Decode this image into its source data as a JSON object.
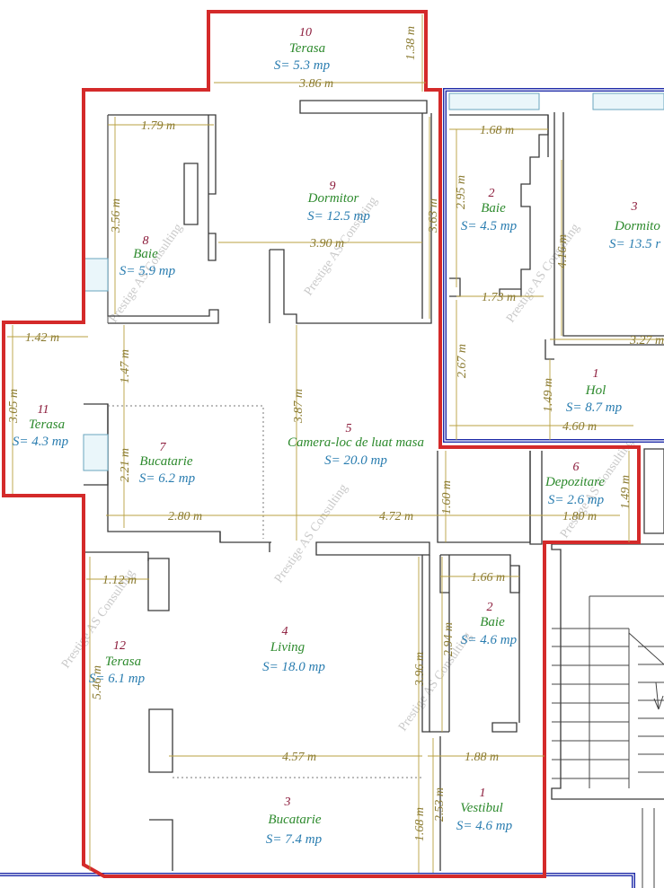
{
  "rooms": {
    "r10": {
      "num": "10",
      "name": "Terasa",
      "area": "S= 5.3 mp"
    },
    "r9": {
      "num": "9",
      "name": "Dormitor",
      "area": "S= 12.5 mp"
    },
    "r8": {
      "num": "8",
      "name": "Baie",
      "area": "S= 5.9 mp"
    },
    "r11": {
      "num": "11",
      "name": "Terasa",
      "area": "S= 4.3 mp"
    },
    "r7": {
      "num": "7",
      "name": "Bucatarie",
      "area": "S= 6.2 mp"
    },
    "r5": {
      "num": "5",
      "name": "Camera-loc de luat masa",
      "area": "S= 20.0 mp"
    },
    "r6": {
      "num": "6",
      "name": "Depozitare",
      "area": "S= 2.6 mp"
    },
    "r4": {
      "num": "4",
      "name": "Living",
      "area": "S= 18.0 mp"
    },
    "r12": {
      "num": "12",
      "name": "Terasa",
      "area": "S= 6.1 mp"
    },
    "r2b": {
      "num": "2",
      "name": "Baie",
      "area": "S= 4.6 mp"
    },
    "r3b": {
      "num": "3",
      "name": "Bucatarie",
      "area": "S= 7.4 mp"
    },
    "r1b": {
      "num": "1",
      "name": "Vestibul",
      "area": "S= 4.6 mp"
    },
    "r2a": {
      "num": "2",
      "name": "Baie",
      "area": "S= 4.5 mp"
    },
    "r3a": {
      "num": "3",
      "name": "Dormito",
      "area": "S= 13.5 r"
    },
    "r1a": {
      "num": "1",
      "name": "Hol",
      "area": "S= 8.7 mp"
    }
  },
  "dims": {
    "d_1_38": "1.38 m",
    "d_3_86": "3.86 m",
    "d_1_79": "1.79 m",
    "d_3_56": "3.56 m",
    "d_3_63": "3.63 m",
    "d_3_90": "3.90 m",
    "d_1_42": "1.42 m",
    "d_1_47": "1.47 m",
    "d_3_05": "3.05 m",
    "d_3_87": "3.87 m",
    "d_2_21": "2.21 m",
    "d_2_80": "2.80 m",
    "d_4_72": "4.72 m",
    "d_1_60": "1.60 m",
    "d_1_80": "1.80 m",
    "d_1_49r": "1.49 m",
    "d_1_12": "1.12 m",
    "d_1_66": "1.66 m",
    "d_2_94": "2.94 m",
    "d_3_96": "3.96 m",
    "d_5_46": "5.46 m",
    "d_4_57": "4.57 m",
    "d_1_88": "1.88 m",
    "d_1_68b": "1.68 m",
    "d_2_53": "2.53 m",
    "d_1_68a": "1.68 m",
    "d_2_95": "2.95 m",
    "d_1_73": "1.73 m",
    "d_4_16": "4.16 m",
    "d_3_27": "3.27 m",
    "d_2_67": "2.67 m",
    "d_1_49": "1.49 m",
    "d_4_60": "4.60 m"
  },
  "watermark": "Prestige AS Consulting",
  "colors": {
    "boundary_red": "#d42a2a",
    "boundary_blue": "#1e2aa8",
    "room_number": "#8b1a3a",
    "room_name": "#2d8a2d",
    "room_area": "#2a7db0",
    "dimension": "#8a7a30"
  }
}
